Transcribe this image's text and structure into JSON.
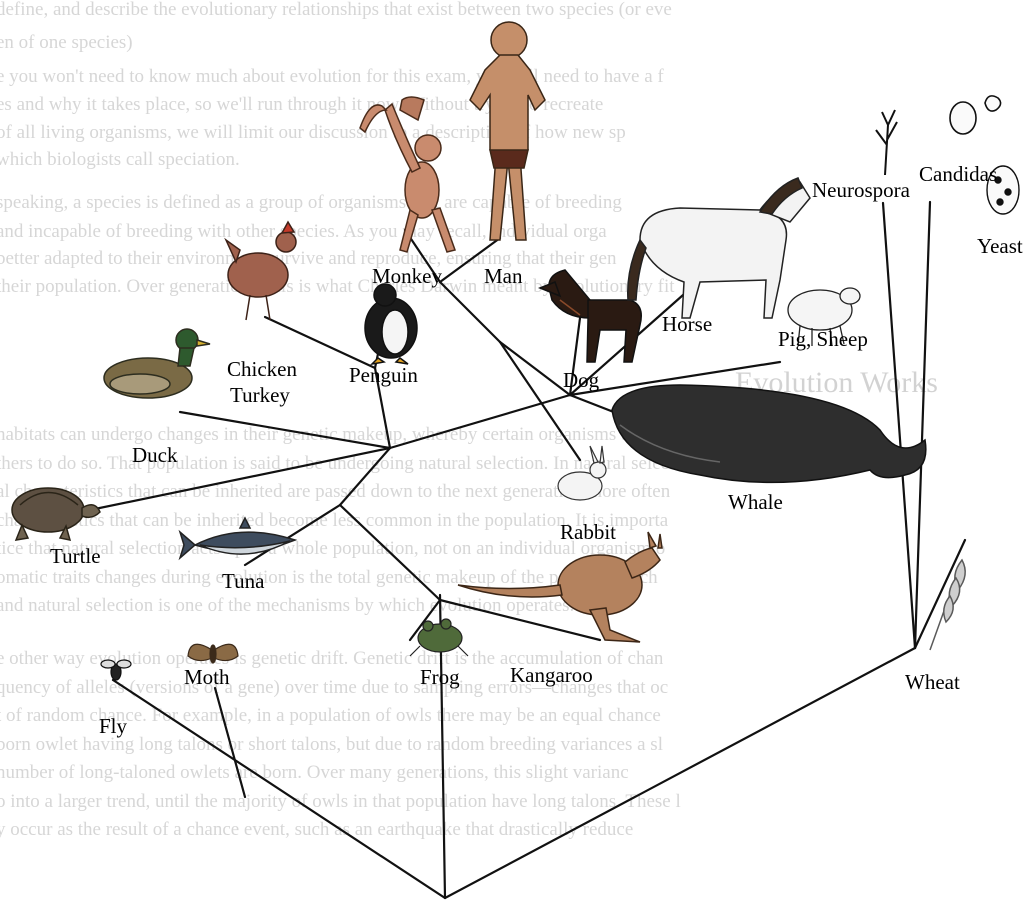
{
  "background_text": {
    "heading": "Evolution Works",
    "lines": [
      "define, and describe the evolutionary relationships that exist between two species (or eve",
      "en of one species)",
      "e you won't need to know much about evolution for this exam, you will need to have a f",
      "es and why it takes place, so we'll run through it now. Without trying to recreate",
      "of all living organisms, we will limit our discussion to a description of how new sp",
      "which biologists call speciation.",
      "speaking, a species is defined as a group of organisms that are capable of breeding",
      "and incapable of breeding with other species. As you may recall, individual orga",
      "better adapted to their environment survive and reproduce, ensuring that their gen",
      "their population. Over generations, this is what Charles Darwin meant by evolutionary fit",
      "",
      "",
      "",
      "habitats can undergo changes in their genetic makeup, whereby certain organisms thrive and reprod",
      "thers to do so. That population is said to be undergoing natural selection. In natural select",
      "al characteristics that can be inherited are passed down to the next generation more often",
      "characteristics that can be inherited become less common in the population. It is importa",
      "tice that natural selection acts upon a whole population, not on an individual organism o",
      "omatic traits changes during evolution is the total genetic makeup of the population, ch",
      "and natural selection is one of the mechanisms by which evolution operates.",
      "e other way evolution operates is genetic drift. Genetic drift is the accumulation of chan",
      "quency of alleles (versions of a gene) over time due to sampling errors—changes that oc",
      "t of random chance. For example, in a population of owls there may be an equal chance",
      "born owlet having long talons or short talons, but due to random breeding variances a sl",
      "number of long-taloned owlets are born. Over many generations, this slight varianc",
      "o into a larger trend, until the majority of owls in that population have long talons. These l",
      "y occur as the result of a chance event, such as an earthquake that drastically reduce"
    ]
  },
  "tree": {
    "labels": {
      "man": "Man",
      "monkey": "Monkey",
      "chicken_turkey_1": "Chicken",
      "chicken_turkey_2": "Turkey",
      "penguin": "Penguin",
      "duck": "Duck",
      "turtle": "Turtle",
      "tuna": "Tuna",
      "moth": "Moth",
      "fly": "Fly",
      "frog": "Frog",
      "kangaroo": "Kangaroo",
      "rabbit": "Rabbit",
      "whale": "Whale",
      "dog": "Dog",
      "horse": "Horse",
      "pig_sheep": "Pig, Sheep",
      "neurospora": "Neurospora",
      "candidas": "Candidas",
      "yeast": "Yeast",
      "wheat": "Wheat"
    }
  },
  "colors": {
    "ink": "#111111",
    "background_text": "#c9c9c9"
  }
}
